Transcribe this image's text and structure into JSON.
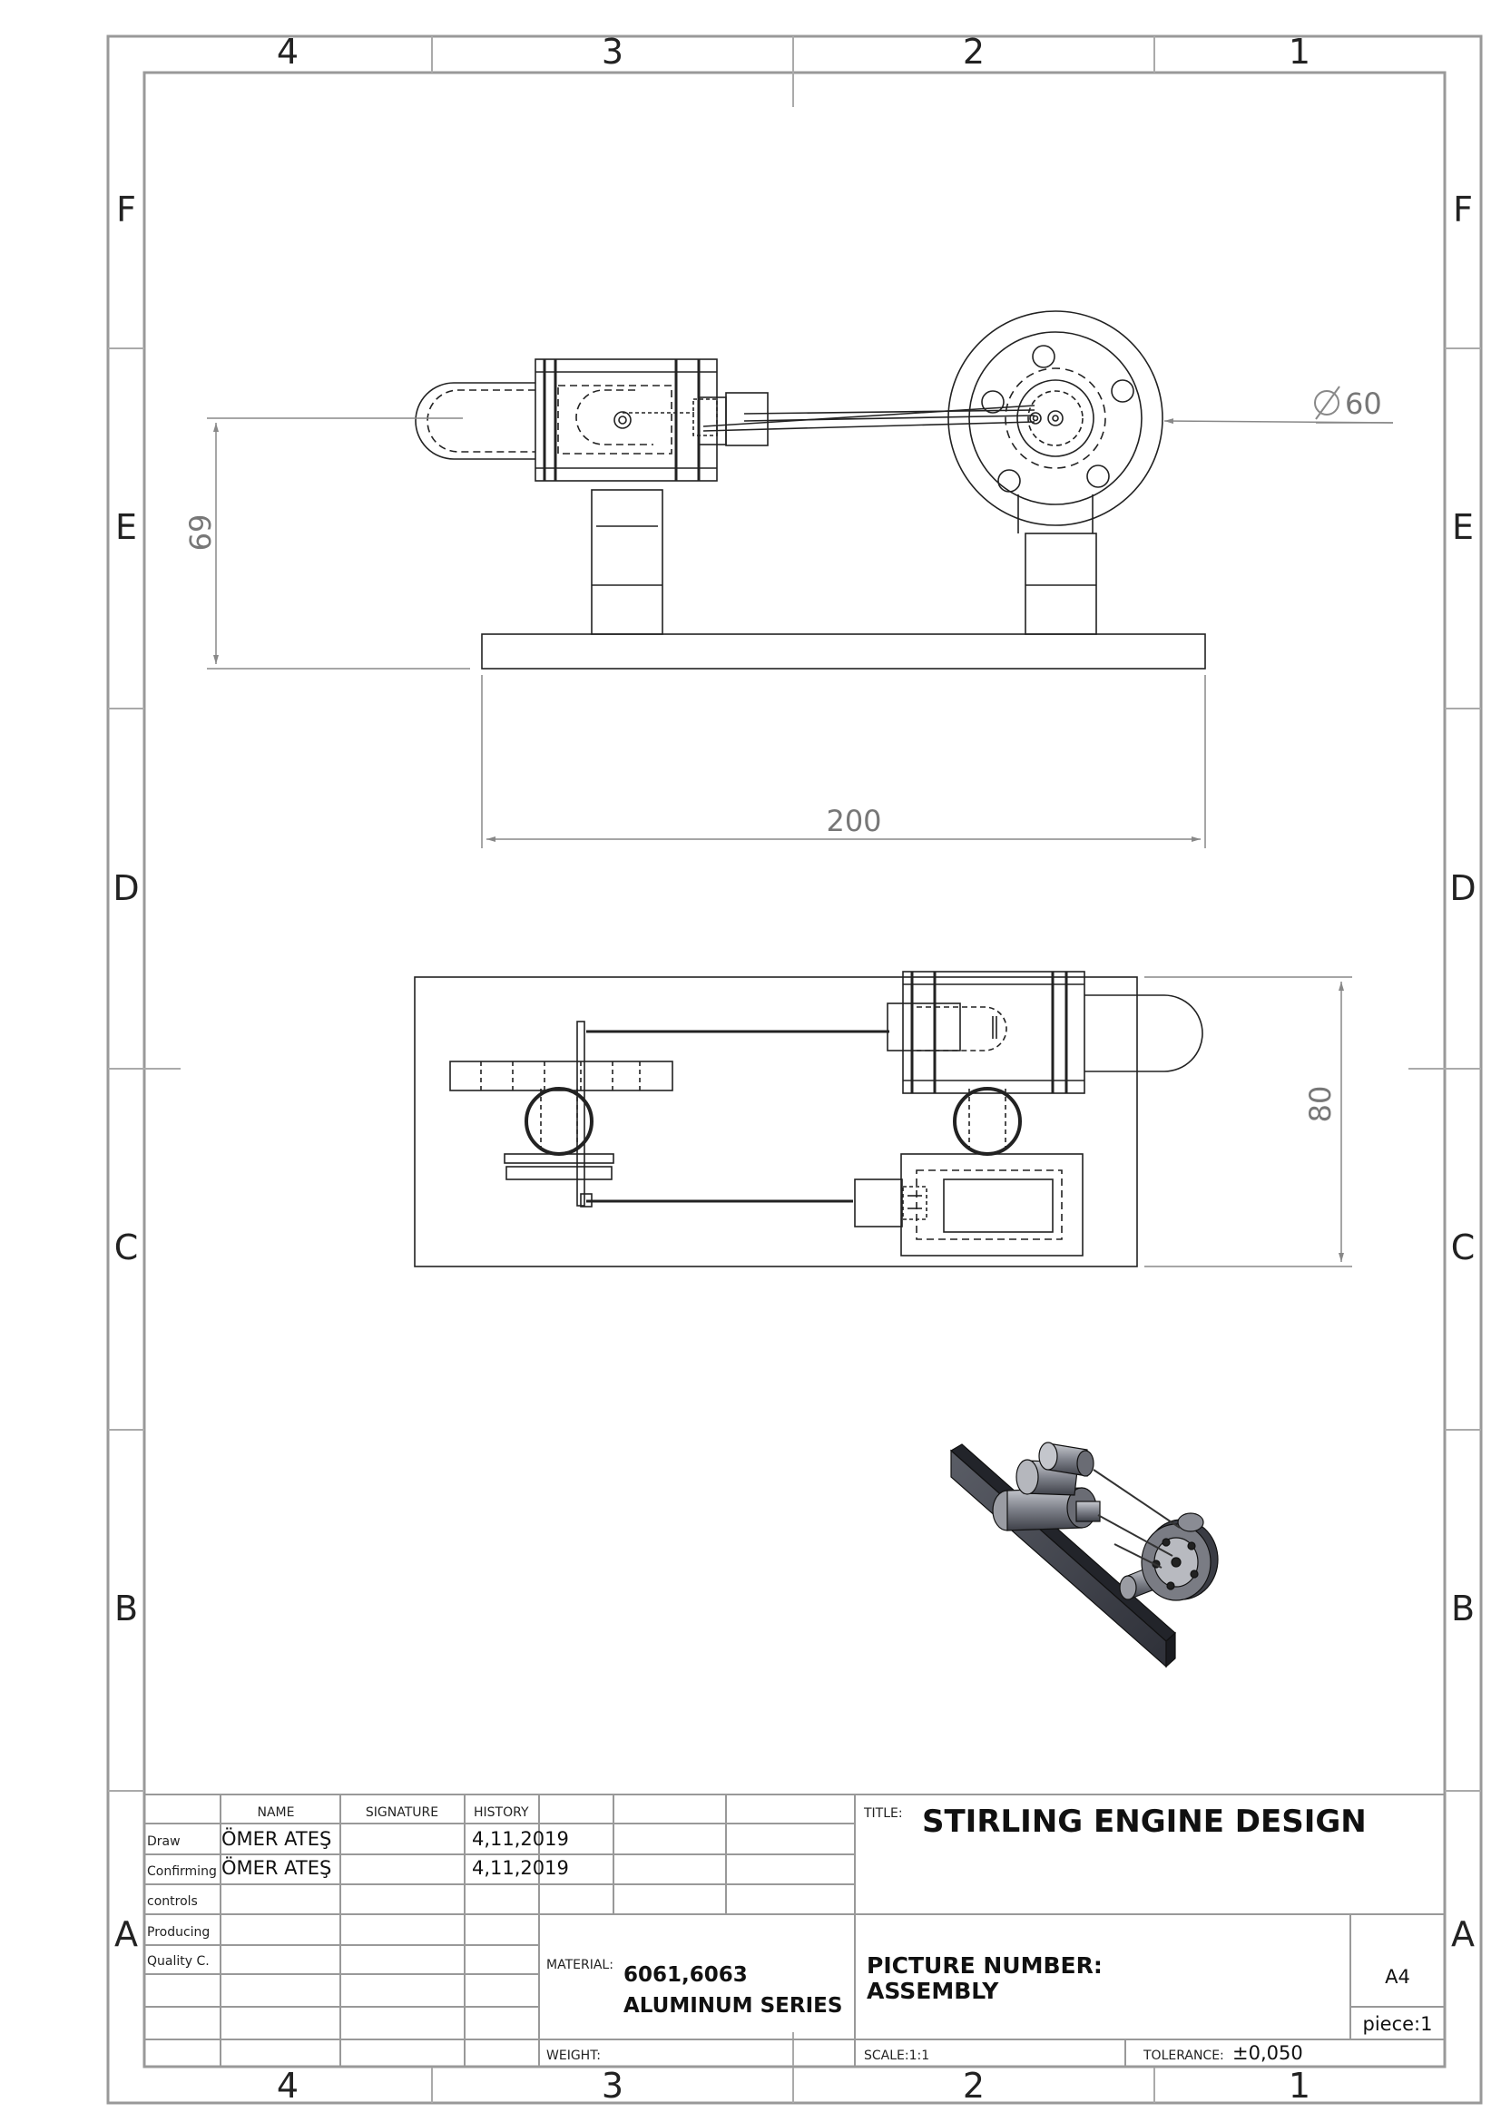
{
  "border": {
    "columns_top": [
      "4",
      "3",
      "2",
      "1"
    ],
    "columns_bottom": [
      "4",
      "3",
      "2",
      "1"
    ],
    "rows_left": [
      "F",
      "E",
      "D",
      "C",
      "B",
      "A"
    ],
    "rows_right": [
      "F",
      "E",
      "D",
      "C",
      "B",
      "A"
    ]
  },
  "dimensions": {
    "height": "69",
    "diameter": "60",
    "width": "200",
    "depth": "80"
  },
  "title_block": {
    "headers": {
      "name": "NAME",
      "signature": "SIGNATURE",
      "history": "HISTORY"
    },
    "rows": [
      {
        "role": "Draw",
        "name": "ÖMER ATEŞ",
        "history": "4,11,2019"
      },
      {
        "role": "Confirming",
        "name": "ÖMER ATEŞ",
        "history": "4,11,2019"
      },
      {
        "role": "controls",
        "name": "",
        "history": ""
      },
      {
        "role": "Producing",
        "name": "",
        "history": ""
      },
      {
        "role": "Quality C.",
        "name": "",
        "history": ""
      }
    ],
    "title_label": "TITLE:",
    "title": "STIRLING ENGINE DESIGN",
    "material_label": "MATERIAL:",
    "material_line1": "6061,6063",
    "material_line2": "ALUMINUM SERIES",
    "weight_label": "WEIGHT:",
    "picture_number_label": "PICTURE NUMBER:",
    "picture_number": "ASSEMBLY",
    "sheet_size": "A4",
    "piece": "piece:1",
    "scale": "SCALE:1:1",
    "tolerance_label": "TOLERANCE:",
    "tolerance": "±0,050"
  }
}
